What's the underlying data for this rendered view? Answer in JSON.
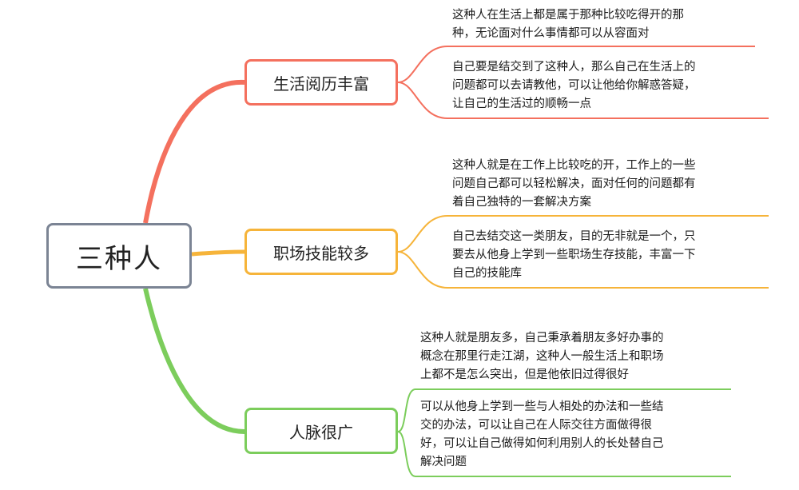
{
  "root": {
    "label": "三种人"
  },
  "branches": [
    {
      "label": "生活阅历丰富",
      "color": "#f4705e",
      "leaves": [
        [
          "这种人在生活上都是属于那种比较吃得开的那",
          "种，无论面对什么事情都可以从容面对"
        ],
        [
          "自己要是结交到了这种人，那么自己在生活上的",
          "问题都可以去请教他，可以让他给你解惑答疑，",
          "让自己的生活过的顺畅一点"
        ]
      ]
    },
    {
      "label": "职场技能较多",
      "color": "#f6b43a",
      "leaves": [
        [
          "这种人就是在工作上比较吃的开，工作上的一些",
          "问题自己都可以轻松解决，面对任何的问题都有",
          "着自己独特的一套解决方案"
        ],
        [
          "自己去结交这一类朋友，目的无非就是一个，只",
          "要去从他身上学到一些职场生存技能，丰富一下",
          "自己的技能库"
        ]
      ]
    },
    {
      "label": "人脉很广",
      "color": "#7ccd5c",
      "leaves": [
        [
          "这种人就是朋友多，自己秉承着朋友多好办事的",
          "概念在那里行走江湖，这种人一般生活上和职场",
          "上都不是怎么突出，但是他依旧过得很好"
        ],
        [
          "可以从他身上学到一些与人相处的办法和一些结",
          "交的办法，可以让自己在人际交往方面做得很",
          "好，可以让自己做得如何利用别人的长处替自己",
          "解决问题"
        ]
      ]
    }
  ]
}
